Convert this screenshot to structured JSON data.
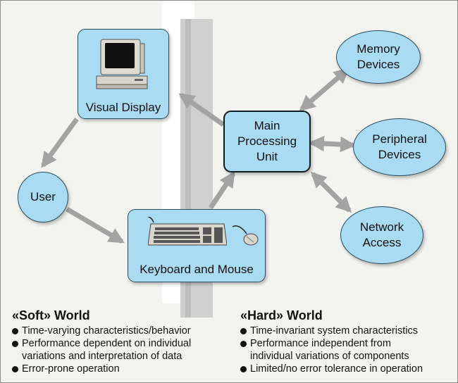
{
  "nodes": {
    "visual_display": "Visual Display",
    "user": "User",
    "keyboard_mouse": "Keyboard and Mouse",
    "main_processing_unit": "Main\nProcessing\nUnit",
    "memory_devices": "Memory\nDevices",
    "peripheral_devices": "Peripheral\nDevices",
    "network_access": "Network\nAccess"
  },
  "soft_world": {
    "title": "«Soft» World",
    "items": [
      "Time-varying characteristics/behavior",
      "Performance dependent on individual\nvariations and interpretation of data",
      "Error-prone operation"
    ]
  },
  "hard_world": {
    "title": "«Hard» World",
    "items": [
      "Time-invariant system characteristics",
      "Performance independent from\nindividual variations of components",
      "Limited/no error tolerance in operation"
    ]
  },
  "colors": {
    "node_fill": "#a9dbf3",
    "arrow": "#a3a3a3",
    "divider_stripe": "#c9c9c9"
  },
  "icons": [
    "computer-monitor-icon",
    "keyboard-icon",
    "mouse-icon"
  ]
}
